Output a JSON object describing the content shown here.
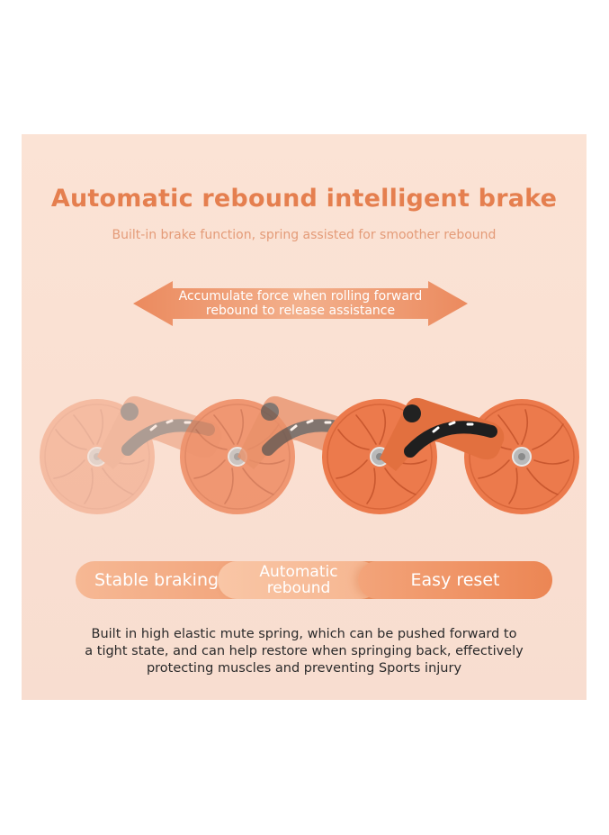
{
  "header": {
    "title": "Automatic rebound intelligent brake",
    "subtitle": "Built-in brake function, spring assisted for smoother rebound"
  },
  "arrow_banner": {
    "line1": "Accumulate force when rolling forward",
    "line2": "rebound to release assistance"
  },
  "stages": {
    "stage1": "Stable braking",
    "stage2_line1": "Automatic",
    "stage2_line2": "rebound",
    "stage3": "Easy reset"
  },
  "description": {
    "line1": "Built in high elastic mute spring, which can be pushed forward to",
    "line2": "a tight state, and can help restore when springing back, effectively",
    "line3": "protecting muscles and preventing Sports injury"
  },
  "colors": {
    "accent": "#e57f4f",
    "wheel": "#ec7a4c",
    "background": "#fbe3d5"
  }
}
